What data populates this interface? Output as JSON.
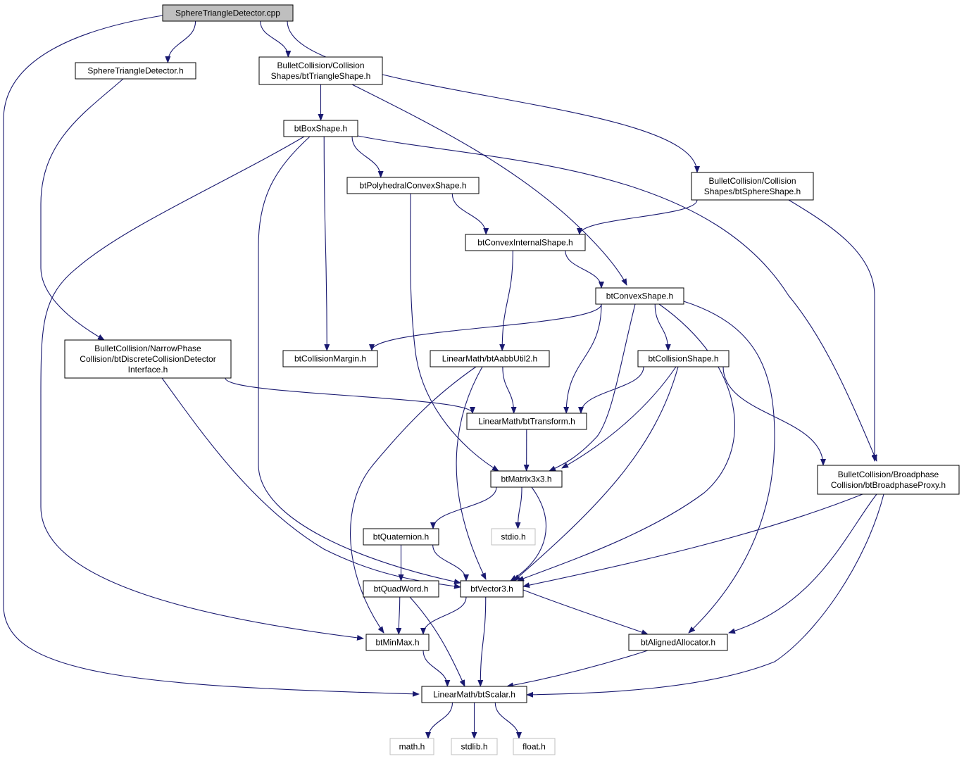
{
  "colors": {
    "edge": "#191970",
    "node_border": "#000000",
    "missing_border": "#bfbfbf",
    "root_fill": "#bfbfbf",
    "node_fill": "#ffffff"
  },
  "nodes": [
    {
      "id": "cpp",
      "lines": [
        "SphereTriangleDetector.cpp"
      ],
      "root": true
    },
    {
      "id": "std_h",
      "lines": [
        "SphereTriangleDetector.h"
      ]
    },
    {
      "id": "tri",
      "lines": [
        "BulletCollision/Collision",
        "Shapes/btTriangleShape.h"
      ]
    },
    {
      "id": "sph",
      "lines": [
        "BulletCollision/Collision",
        "Shapes/btSphereShape.h"
      ]
    },
    {
      "id": "box",
      "lines": [
        "btBoxShape.h"
      ]
    },
    {
      "id": "poly",
      "lines": [
        "btPolyhedralConvexShape.h"
      ]
    },
    {
      "id": "cint",
      "lines": [
        "btConvexInternalShape.h"
      ]
    },
    {
      "id": "cvx",
      "lines": [
        "btConvexShape.h"
      ]
    },
    {
      "id": "dcd",
      "lines": [
        "BulletCollision/NarrowPhase",
        "Collision/btDiscreteCollisionDetector",
        "Interface.h"
      ]
    },
    {
      "id": "margin",
      "lines": [
        "btCollisionMargin.h"
      ]
    },
    {
      "id": "aabb",
      "lines": [
        "LinearMath/btAabbUtil2.h"
      ]
    },
    {
      "id": "cshape",
      "lines": [
        "btCollisionShape.h"
      ]
    },
    {
      "id": "xform",
      "lines": [
        "LinearMath/btTransform.h"
      ]
    },
    {
      "id": "proxy",
      "lines": [
        "BulletCollision/Broadphase",
        "Collision/btBroadphaseProxy.h"
      ]
    },
    {
      "id": "mat",
      "lines": [
        "btMatrix3x3.h"
      ]
    },
    {
      "id": "quat",
      "lines": [
        "btQuaternion.h"
      ]
    },
    {
      "id": "stdio",
      "lines": [
        "stdio.h"
      ],
      "missing": true
    },
    {
      "id": "qword",
      "lines": [
        "btQuadWord.h"
      ]
    },
    {
      "id": "vec",
      "lines": [
        "btVector3.h"
      ]
    },
    {
      "id": "minmax",
      "lines": [
        "btMinMax.h"
      ]
    },
    {
      "id": "alloc",
      "lines": [
        "btAlignedAllocator.h"
      ]
    },
    {
      "id": "scalar",
      "lines": [
        "LinearMath/btScalar.h"
      ]
    },
    {
      "id": "math",
      "lines": [
        "math.h"
      ],
      "missing": true
    },
    {
      "id": "stdlib",
      "lines": [
        "stdlib.h"
      ],
      "missing": true
    },
    {
      "id": "float",
      "lines": [
        "float.h"
      ],
      "missing": true
    }
  ],
  "edges": [
    [
      "cpp",
      "std_h"
    ],
    [
      "cpp",
      "tri"
    ],
    [
      "cpp",
      "sph"
    ],
    [
      "cpp",
      "scalar"
    ],
    [
      "std_h",
      "dcd"
    ],
    [
      "tri",
      "box"
    ],
    [
      "tri",
      "cvx"
    ],
    [
      "box",
      "poly"
    ],
    [
      "box",
      "margin"
    ],
    [
      "box",
      "proxy"
    ],
    [
      "box",
      "vec"
    ],
    [
      "box",
      "minmax"
    ],
    [
      "sph",
      "cint"
    ],
    [
      "sph",
      "proxy"
    ],
    [
      "poly",
      "cint"
    ],
    [
      "poly",
      "mat"
    ],
    [
      "cint",
      "cvx"
    ],
    [
      "cint",
      "aabb"
    ],
    [
      "cvx",
      "margin"
    ],
    [
      "cvx",
      "cshape"
    ],
    [
      "cvx",
      "xform"
    ],
    [
      "cvx",
      "mat"
    ],
    [
      "cvx",
      "vec"
    ],
    [
      "cvx",
      "alloc"
    ],
    [
      "dcd",
      "xform"
    ],
    [
      "dcd",
      "vec"
    ],
    [
      "aabb",
      "xform"
    ],
    [
      "aabb",
      "vec"
    ],
    [
      "aabb",
      "minmax"
    ],
    [
      "cshape",
      "xform"
    ],
    [
      "cshape",
      "mat"
    ],
    [
      "cshape",
      "vec"
    ],
    [
      "cshape",
      "proxy"
    ],
    [
      "xform",
      "mat"
    ],
    [
      "proxy",
      "vec"
    ],
    [
      "proxy",
      "alloc"
    ],
    [
      "proxy",
      "scalar"
    ],
    [
      "mat",
      "quat"
    ],
    [
      "mat",
      "stdio"
    ],
    [
      "mat",
      "vec"
    ],
    [
      "quat",
      "qword"
    ],
    [
      "quat",
      "vec"
    ],
    [
      "qword",
      "minmax"
    ],
    [
      "qword",
      "scalar"
    ],
    [
      "vec",
      "minmax"
    ],
    [
      "vec",
      "alloc"
    ],
    [
      "vec",
      "scalar"
    ],
    [
      "minmax",
      "scalar"
    ],
    [
      "alloc",
      "scalar"
    ],
    [
      "scalar",
      "math"
    ],
    [
      "scalar",
      "stdlib"
    ],
    [
      "scalar",
      "float"
    ]
  ]
}
